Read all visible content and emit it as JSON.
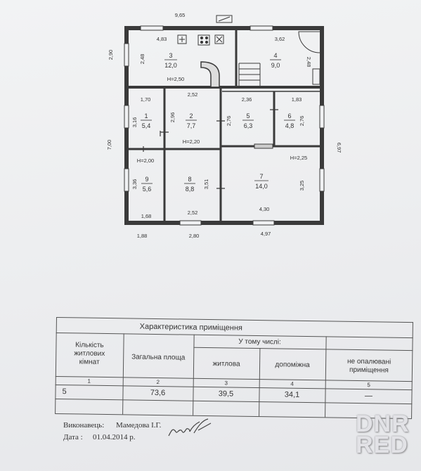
{
  "plan": {
    "dims": {
      "overall_width": "9,65",
      "top_left": "4,83",
      "top_right": "3,62",
      "left_upper_height": "2,90",
      "overall_height": "7,00",
      "right_overall_height": "6,97",
      "room3_depth": "2,48",
      "room4_depth": "2,48",
      "room1_width": "1,70",
      "room2_width": "2,52",
      "room5_width": "2,36",
      "room6_width": "1,83",
      "room1_height": "3,16",
      "room2_height": "2,96",
      "room5_height": "2,76",
      "room6_height": "2,76",
      "room9_height": "3,36",
      "room8_height": "3,51",
      "room7_height": "3,25",
      "room9_width": "1,68",
      "room8_width": "2,52",
      "room7_width": "4,30",
      "bottom_left": "1,88",
      "bottom_mid": "2,80",
      "bottom_right": "4,97"
    },
    "heights": {
      "h_top": "H=2,50",
      "h_mid": "H=2,20",
      "h_left": "H=2,00",
      "h_right": "H=2,25"
    },
    "rooms": [
      {
        "num": "3",
        "area": "12,0"
      },
      {
        "num": "4",
        "area": "9,0"
      },
      {
        "num": "1",
        "area": "5,4"
      },
      {
        "num": "2",
        "area": "7,7"
      },
      {
        "num": "5",
        "area": "6,3"
      },
      {
        "num": "6",
        "area": "4,8"
      },
      {
        "num": "9",
        "area": "5,6"
      },
      {
        "num": "8",
        "area": "8,8"
      },
      {
        "num": "7",
        "area": "14,0"
      }
    ]
  },
  "table": {
    "title": "Характеристика приміщення",
    "subheader": "У тому числі:",
    "col1": [
      "Кількість",
      "житлових",
      "кімнат"
    ],
    "col2": "Загальна площа",
    "col3": "житлова",
    "col4": "допоміжна",
    "col5": [
      "не опалювані",
      "приміщення"
    ],
    "col_numbers": [
      "1",
      "2",
      "3",
      "4",
      "5"
    ],
    "values": [
      "5",
      "73,6",
      "39,5",
      "34,1",
      "—"
    ]
  },
  "footer": {
    "executor_label": "Виконавець:",
    "executor_name": "Мамедова І.Г.",
    "date_label": "Дата :",
    "date_value": "01.04.2014 р."
  },
  "watermark": [
    "DNR",
    "RED"
  ]
}
